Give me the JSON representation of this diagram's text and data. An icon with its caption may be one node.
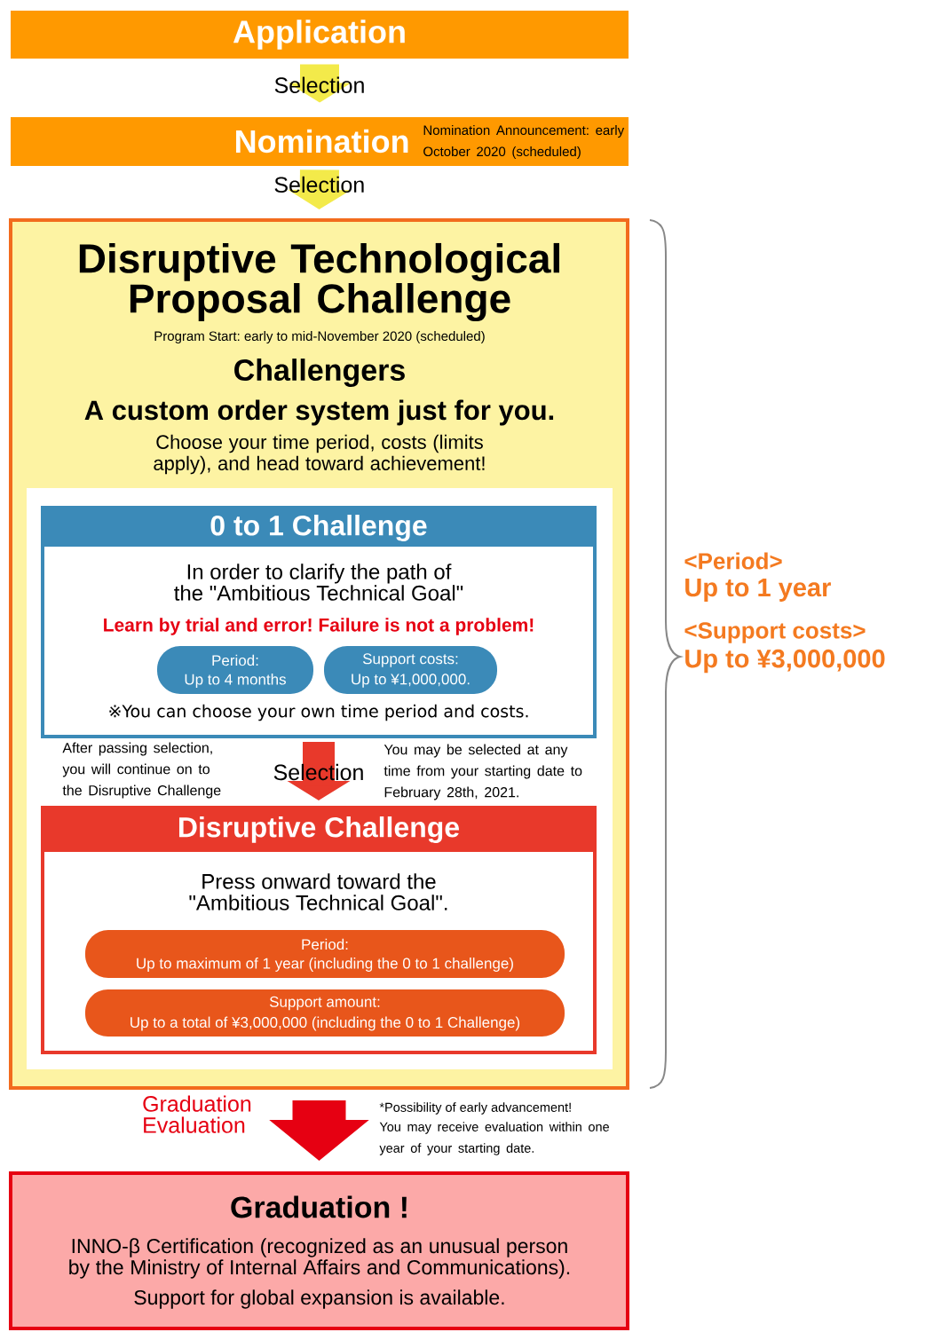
{
  "diagram": {
    "nodes": [
      {
        "text": [
          "Application"
        ]
      },
      {
        "text": [
          "Nomination",
          "Nomination Announcement: early October 2020 (scheduled)"
        ]
      },
      {
        "text": [
          "Disruptive Technological Proposal Challenge",
          "Program Start: early to mid-November 2020 (scheduled)",
          "Challengers",
          "A custom order system just for you.",
          "Choose your time period, costs (limits apply), and head toward achievement!"
        ]
      },
      {
        "text": [
          "0 to 1 Challenge",
          "In order to clarify the path of the \"Ambitious Technical Goal\"",
          "Learn by trial and error! Failure is not a problem!",
          "※You can choose your own time period and costs."
        ],
        "in": 2
      },
      {
        "text": [
          "Period:",
          "Up to 4 months"
        ],
        "in": 3
      },
      {
        "text": [
          "Support costs:",
          "Up to ¥1,000,000."
        ],
        "in": 3
      },
      {
        "text": [
          "Disruptive Challenge",
          "Press onward toward the \"Ambitious Technical Goal\"."
        ],
        "in": 2
      },
      {
        "text": [
          "Period:",
          "Up to maximum of 1 year (including the 0 to 1 challenge)"
        ],
        "in": 6
      },
      {
        "text": [
          "Support amount:",
          "Up to a total of ¥3,000,000 (including the 0 to 1 Challenge)"
        ],
        "in": 6
      },
      {
        "text": [
          "Graduation !",
          "INNO-β Certification (recognized as an unusual person by the Ministry of Internal Affairs and Communications).",
          "Support for global expansion is available."
        ]
      }
    ],
    "edges": [
      {
        "from": 0,
        "to": 1,
        "arrow": "to",
        "label": "Selection",
        "color": "#f3ea4a"
      },
      {
        "from": 1,
        "to": 2,
        "arrow": "to",
        "label": "Selection",
        "color": "#f3ea4a"
      },
      {
        "from": 3,
        "to": 6,
        "arrow": "to",
        "label": "Selection",
        "color": "#e8392b"
      },
      {
        "from": 2,
        "to": 9,
        "arrow": "to",
        "label": "Graduation Evaluation",
        "color": "#e60012"
      }
    ],
    "labels": [
      "After passing selection, you will continue on to the Disruptive Challenge",
      "You may be selected at any time from your starting date to February 28th, 2021.",
      "*Possibility of early advancement!",
      "You may receive evaluation within one year of your starting date.",
      "<Period>",
      "Up to 1 year",
      "<Support costs>",
      "Up to ¥3,000,000"
    ]
  }
}
